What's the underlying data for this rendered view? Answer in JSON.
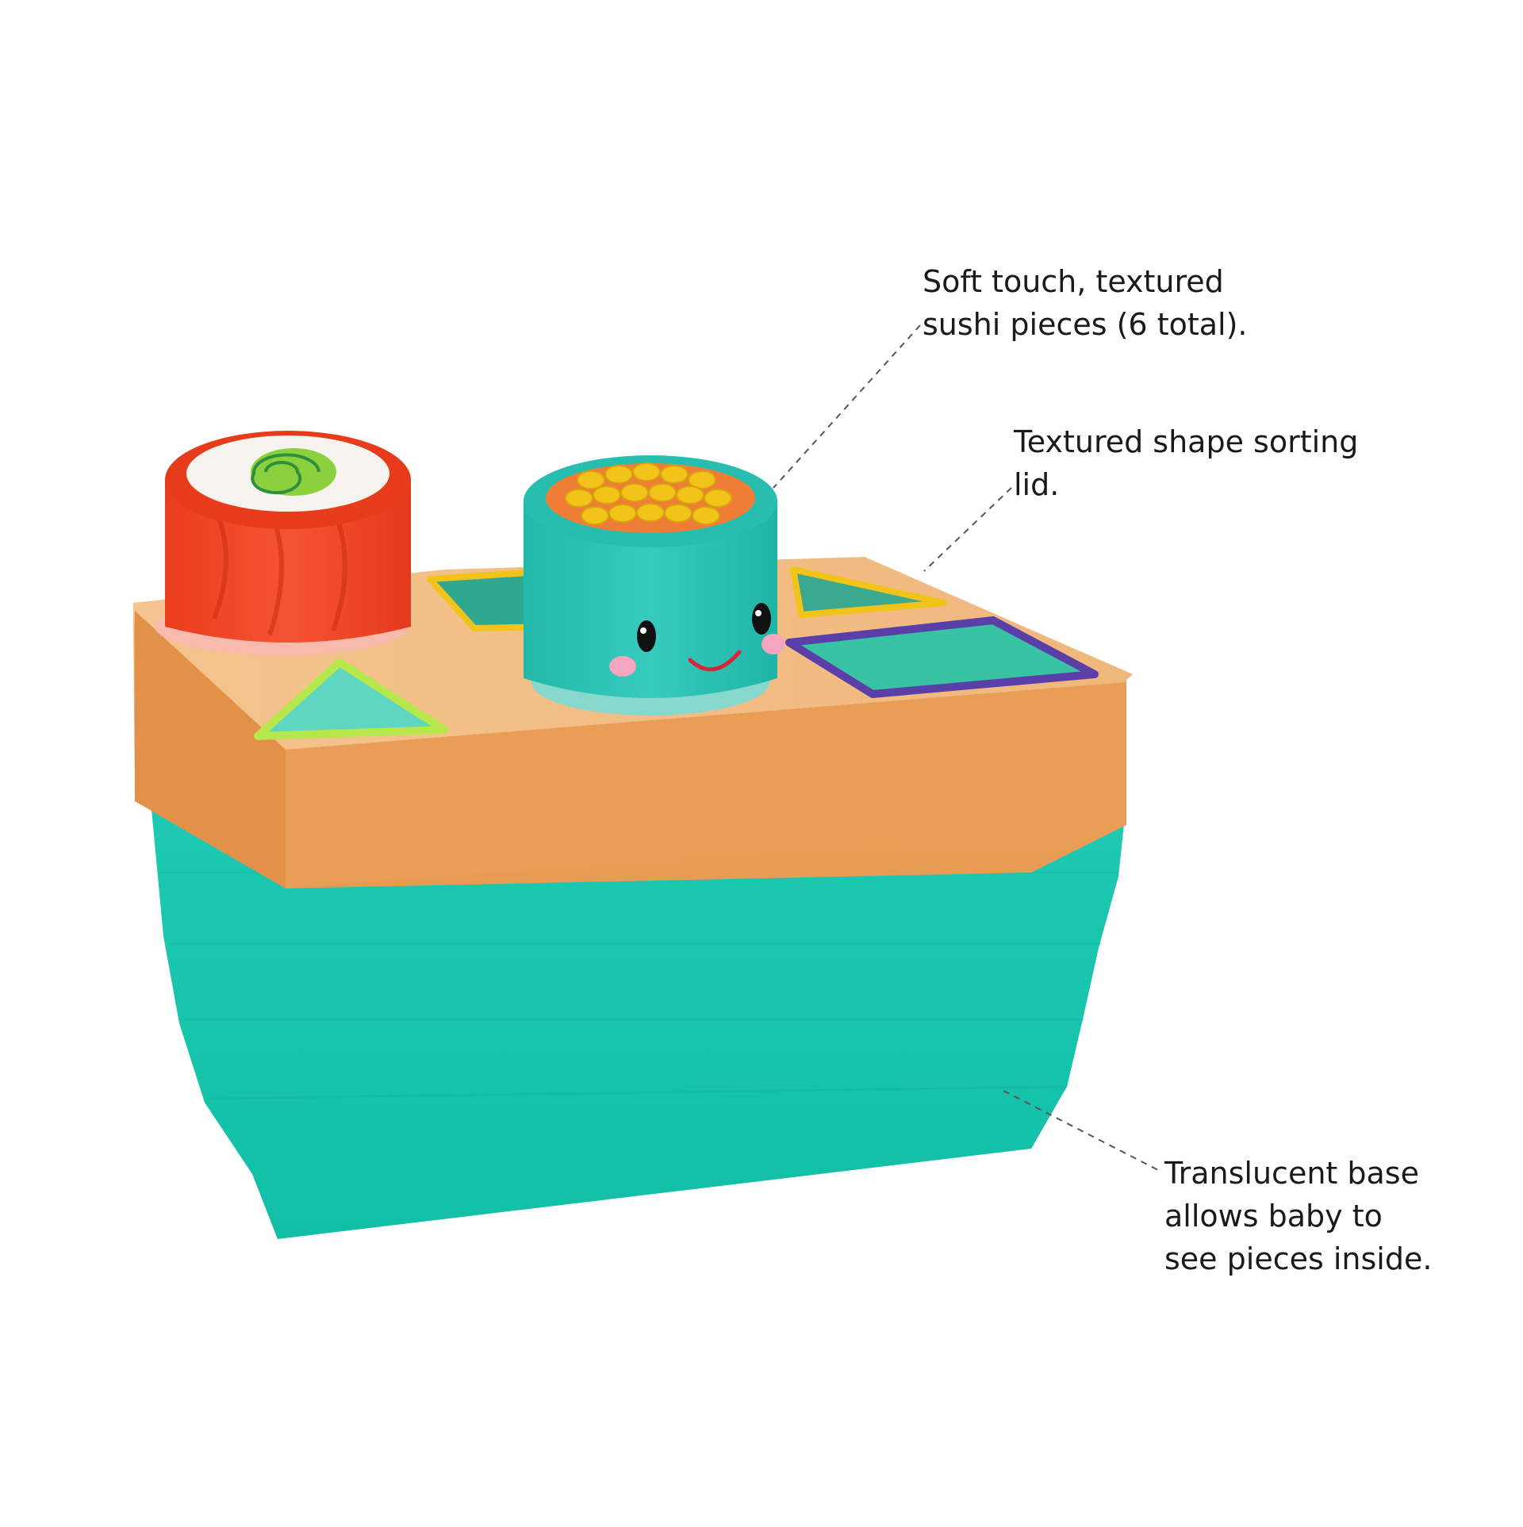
{
  "callouts": {
    "sushi_pieces": "Soft touch, textured\nsushi pieces (6 total).",
    "lid": "Textured shape sorting\nlid.",
    "base": "Translucent base\nallows baby to\nsee pieces inside."
  },
  "colors": {
    "base": "#17c6ad",
    "lid": "#eea25c",
    "sushi_roll": "#f04a28",
    "sushi_cup": "#2cc3b4",
    "corn": "#f2c318",
    "leader_line": "#555555"
  }
}
